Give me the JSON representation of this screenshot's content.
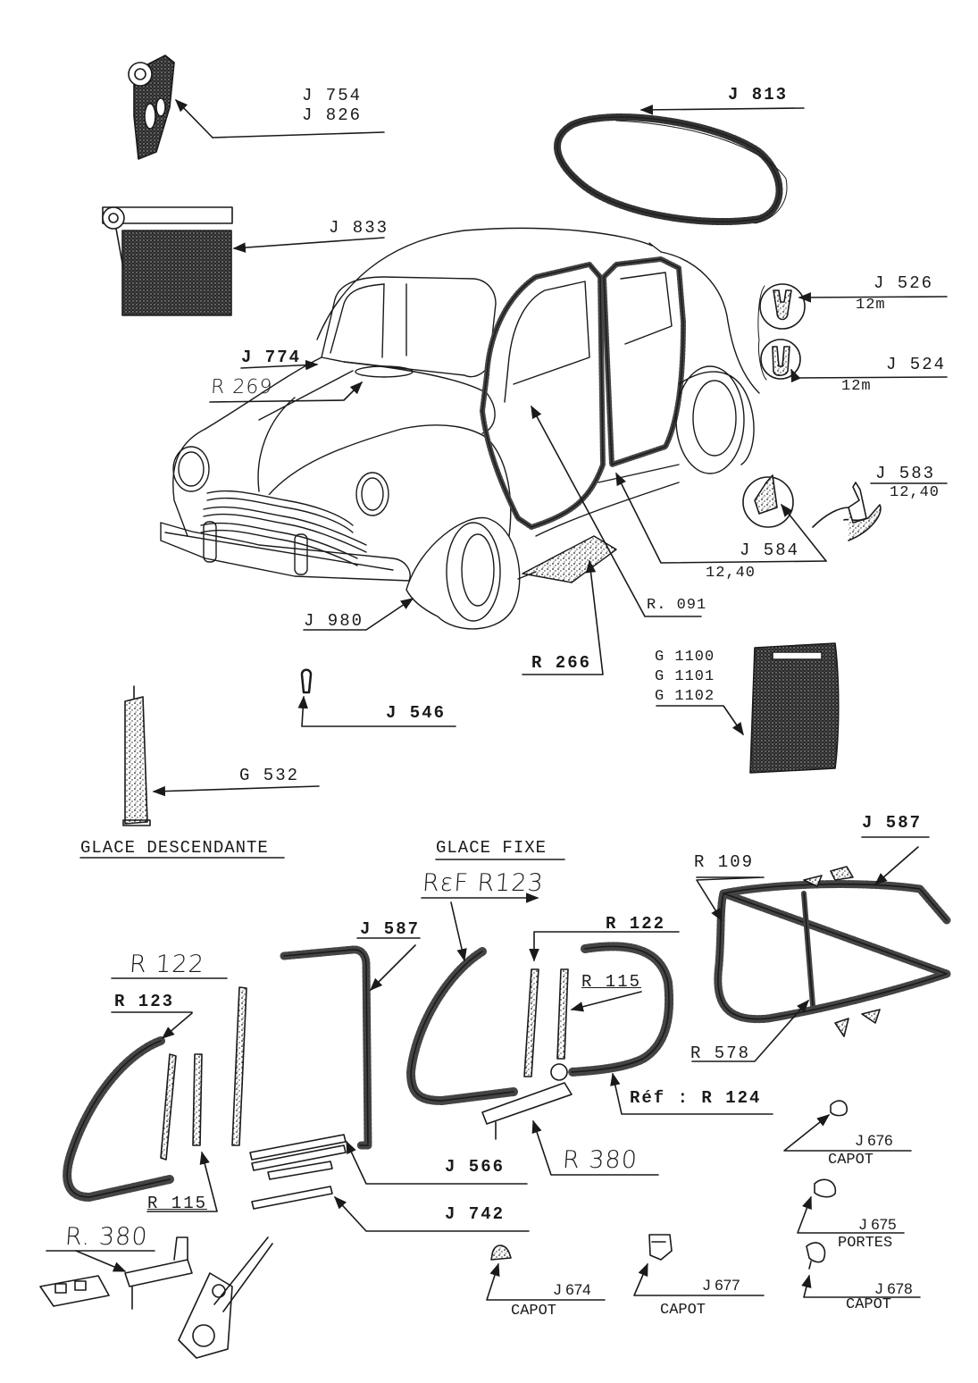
{
  "page": {
    "background": "#ffffff",
    "ink": "#1a1a1a"
  },
  "sections": {
    "glace_descendante": "GLACE DESCENDANTE",
    "glace_fixe": "GLACE FIXE"
  },
  "callouts": {
    "j754": "J 754",
    "j826": "J 826",
    "j813": "J 813",
    "j833": "J 833",
    "j526": "J 526",
    "j526_len": "12m",
    "j524": "J 524",
    "j524_len": "12m",
    "j774": "J 774",
    "r269": "R 269",
    "j583": "J 583",
    "j583_len": "12,40",
    "j584": "J 584",
    "j584_len": "12,40",
    "r091": "R. 091",
    "j980": "J 980",
    "r266": "R 266",
    "g1100": "G 1100",
    "g1101": "G 1101",
    "g1102": "G 1102",
    "j546": "J 546",
    "g532": "G 532",
    "ref_r123": "RεF R123",
    "j587_top": "J 587",
    "r109": "R 109",
    "r122_hand": "R 122",
    "r123": "R 123",
    "j587_mid": "J 587",
    "r122": "R 122",
    "r115_right": "R 115",
    "r578": "R 578",
    "ref_r124": "Réf : R 124",
    "r115_left": "R 115",
    "j566": "J 566",
    "r380_hand": "R 380",
    "j742": "J 742",
    "r380_left": "R. 380",
    "j676": "J 676",
    "j676_use": "CAPOT",
    "j675": "J 675",
    "j675_use": "PORTES",
    "j674": "J 674",
    "j674_use": "CAPOT",
    "j677": "J 677",
    "j677_use": "CAPOT",
    "j678": "J 678",
    "j678_use": "CAPOT"
  }
}
